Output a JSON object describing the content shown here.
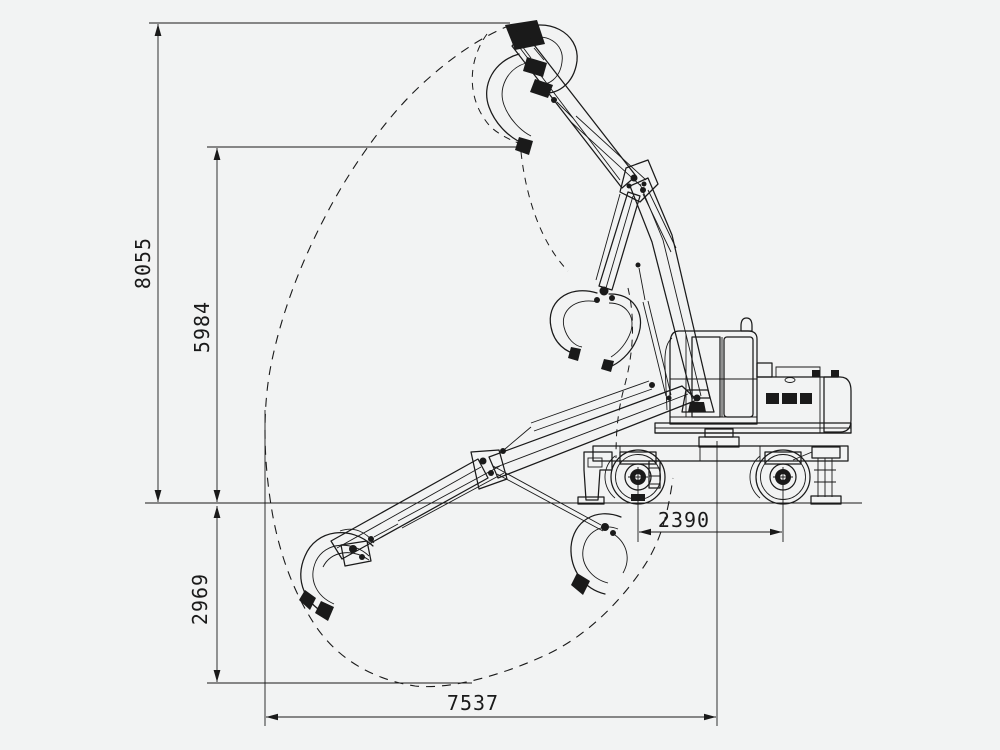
{
  "page": {
    "background": "#f2f3f3",
    "line_color": "#1a1a1a"
  },
  "diagram": {
    "type": "technical-line-drawing",
    "subject": "wheeled excavator with clamshell grapple, working-range side view",
    "dimensions": {
      "overall_height": "8055",
      "secondary_height": "5984",
      "depth_below_ground": "2969",
      "wheelbase": "2390",
      "horizontal_reach": "7537"
    }
  }
}
